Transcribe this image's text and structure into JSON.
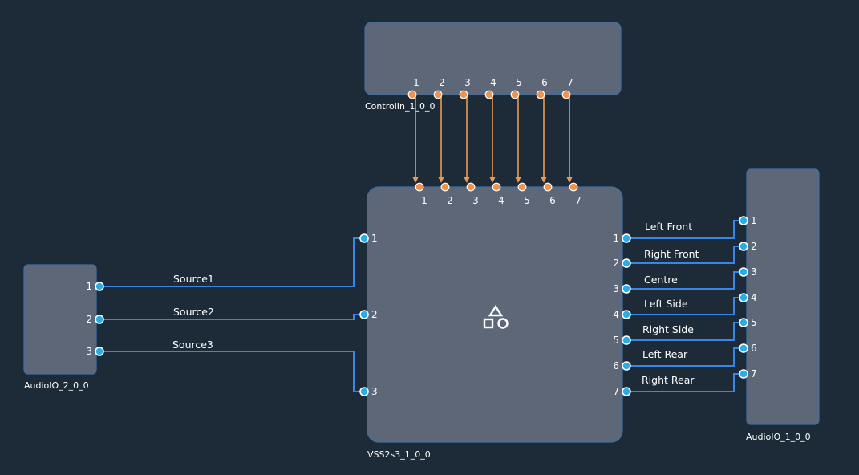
{
  "blocks": {
    "control_in": {
      "name": "ControlIn_1_0_0",
      "ports": [
        "1",
        "2",
        "3",
        "4",
        "5",
        "6",
        "7"
      ]
    },
    "vss": {
      "name": "VSS2s3_1_0_0",
      "icon": "shapes-icon",
      "control_ports": [
        "1",
        "2",
        "3",
        "4",
        "5",
        "6",
        "7"
      ],
      "inputs": [
        "1",
        "2",
        "3"
      ],
      "outputs": [
        "1",
        "2",
        "3",
        "4",
        "5",
        "6",
        "7"
      ]
    },
    "audio_in": {
      "name": "AudioIO_2_0_0",
      "ports": [
        "1",
        "2",
        "3"
      ]
    },
    "audio_out": {
      "name": "AudioIO_1_0_0",
      "ports": [
        "1",
        "2",
        "3",
        "4",
        "5",
        "6",
        "7"
      ]
    }
  },
  "connections": {
    "sources": [
      "Source1",
      "Source2",
      "Source3"
    ],
    "outputs": [
      "Left Front",
      "Right Front",
      "Centre",
      "Left Side",
      "Right Side",
      "Left Rear",
      "Right Rear"
    ]
  },
  "colors": {
    "background": "#1d2b38",
    "block_fill": "#5d6778",
    "audio_wire": "#3a86e6",
    "control_wire": "#e99a55",
    "audio_port": "#27aee8",
    "control_port": "#f3924c"
  }
}
